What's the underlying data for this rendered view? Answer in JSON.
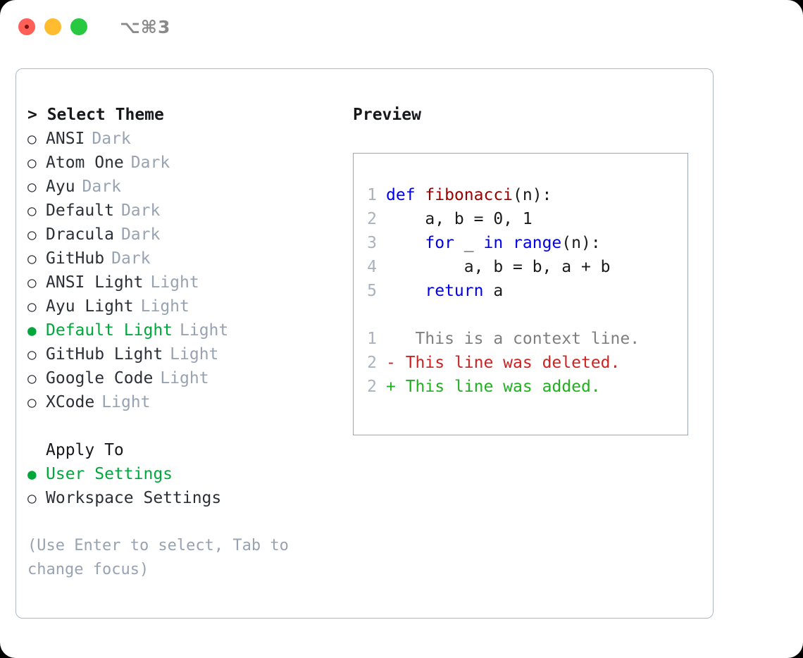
{
  "titlebar": {
    "shortcut": "⌥⌘3",
    "buttons": [
      "close",
      "minimize",
      "maximize"
    ]
  },
  "theme_list": {
    "header": "> Select Theme",
    "items": [
      {
        "marker": "○",
        "name": "ANSI",
        "tag": "Dark",
        "selected": false
      },
      {
        "marker": "○",
        "name": "Atom One",
        "tag": "Dark",
        "selected": false
      },
      {
        "marker": "○",
        "name": "Ayu",
        "tag": "Dark",
        "selected": false
      },
      {
        "marker": "○",
        "name": "Default",
        "tag": "Dark",
        "selected": false
      },
      {
        "marker": "○",
        "name": "Dracula",
        "tag": "Dark",
        "selected": false
      },
      {
        "marker": "○",
        "name": "GitHub",
        "tag": "Dark",
        "selected": false
      },
      {
        "marker": "○",
        "name": "ANSI Light",
        "tag": "Light",
        "selected": false
      },
      {
        "marker": "○",
        "name": "Ayu Light",
        "tag": "Light",
        "selected": false
      },
      {
        "marker": "●",
        "name": "Default Light",
        "tag": "Light",
        "selected": true
      },
      {
        "marker": "○",
        "name": "GitHub Light",
        "tag": "Light",
        "selected": false
      },
      {
        "marker": "○",
        "name": "Google Code",
        "tag": "Light",
        "selected": false
      },
      {
        "marker": "○",
        "name": "XCode",
        "tag": "Light",
        "selected": false
      }
    ]
  },
  "apply_to": {
    "header": "Apply To",
    "items": [
      {
        "marker": "●",
        "name": "User Settings",
        "selected": true
      },
      {
        "marker": "○",
        "name": "Workspace Settings",
        "selected": false
      }
    ]
  },
  "hint": "(Use Enter to select, Tab to\nchange focus)",
  "preview": {
    "title": "Preview",
    "code_lines": [
      {
        "no": "1",
        "tokens": [
          {
            "t": "def ",
            "c": "kw"
          },
          {
            "t": "fibonacci",
            "c": "fn"
          },
          {
            "t": "(n):",
            "c": "plain"
          }
        ]
      },
      {
        "no": "2",
        "tokens": [
          {
            "t": "    a, b = 0, 1",
            "c": "plain"
          }
        ]
      },
      {
        "no": "3",
        "tokens": [
          {
            "t": "    ",
            "c": "plain"
          },
          {
            "t": "for",
            "c": "kw"
          },
          {
            "t": " _ ",
            "c": "plain"
          },
          {
            "t": "in",
            "c": "kw"
          },
          {
            "t": " ",
            "c": "plain"
          },
          {
            "t": "range",
            "c": "kw"
          },
          {
            "t": "(n):",
            "c": "plain"
          }
        ]
      },
      {
        "no": "4",
        "tokens": [
          {
            "t": "        a, b = b, a + b",
            "c": "plain"
          }
        ]
      },
      {
        "no": "5",
        "tokens": [
          {
            "t": "    ",
            "c": "plain"
          },
          {
            "t": "return",
            "c": "kw"
          },
          {
            "t": " a",
            "c": "plain"
          }
        ]
      }
    ],
    "diff_lines": [
      {
        "no": "1",
        "sign": " ",
        "text": "  This is a context line.",
        "kind": "ctx"
      },
      {
        "no": "2",
        "sign": "-",
        "text": " This line was deleted.",
        "kind": "del"
      },
      {
        "no": "2",
        "sign": "+",
        "text": " This line was added.",
        "kind": "add"
      }
    ]
  },
  "colors": {
    "selected_green": "#00a83c",
    "tag_gray": "#97a3b1",
    "keyword_blue": "#0000ee",
    "function_red": "#9b0000",
    "diff_deleted": "#cc2222",
    "diff_added": "#20b020",
    "line_number": "#a9b2bd",
    "panel_border": "#aeb8c4",
    "preview_border": "#9aa6b4"
  }
}
